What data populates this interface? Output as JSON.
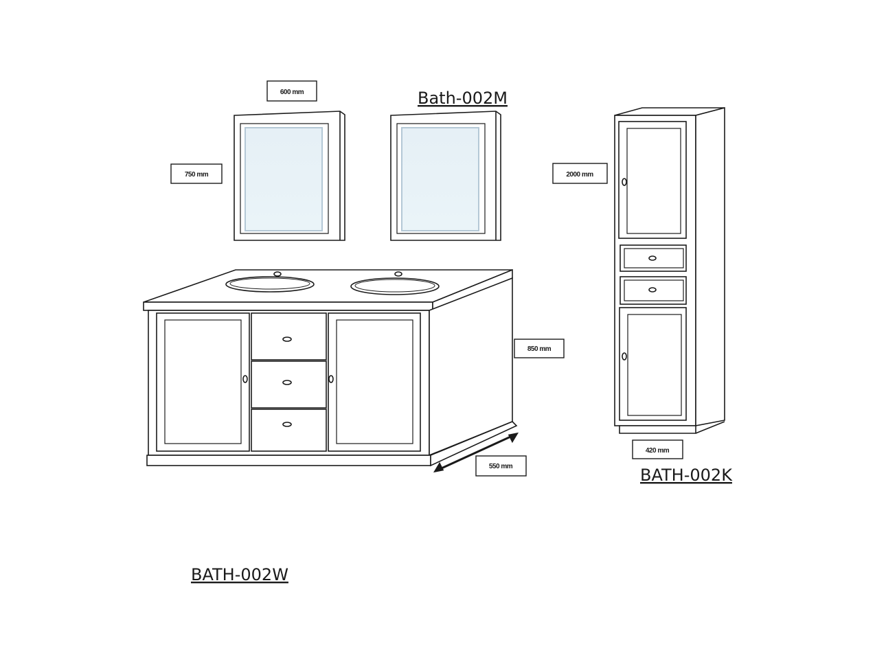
{
  "labels": {
    "mirror_model": "Bath-002M",
    "tall_cabinet_model": "BATH-002K",
    "vanity_model": "BATH-002W"
  },
  "dimensions": {
    "mirror_width": "600 mm",
    "mirror_height": "750 mm",
    "tall_height": "2000 mm",
    "tall_width": "420 mm",
    "vanity_height": "850 mm",
    "vanity_depth": "550 mm"
  },
  "colors": {
    "line": "#1a1a1a",
    "glass": "#eaf4f8",
    "glass_edge": "#b4c8d6",
    "background": "#ffffff"
  }
}
